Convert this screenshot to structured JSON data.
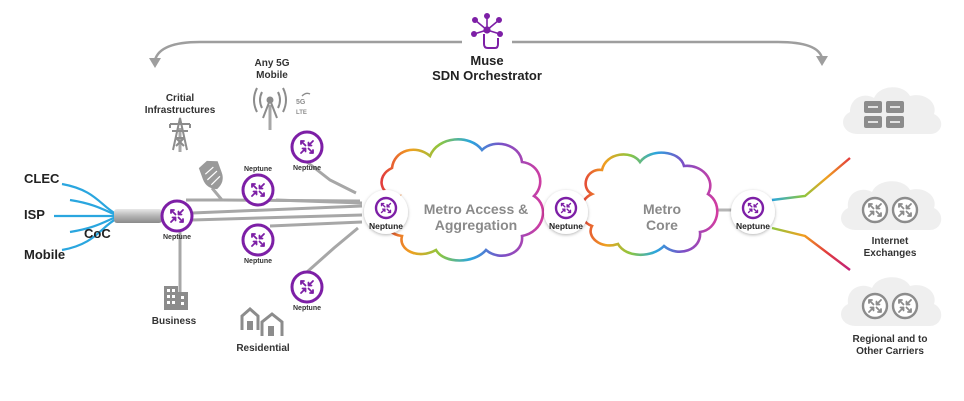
{
  "orchestrator": {
    "line1": "Muse",
    "line2": "SDN Orchestrator"
  },
  "sources": {
    "clec": "CLEC",
    "isp": "ISP",
    "coc": "CoC",
    "mobile": "Mobile"
  },
  "edge": {
    "critical_line1": "Critial",
    "critical_line2": "Infrastructures",
    "mobile_line1": "Any 5G",
    "mobile_line2": "Mobile",
    "badge_5g": "5G",
    "badge_lte": "LTE",
    "business": "Business",
    "residential": "Residential"
  },
  "node_label": "Neptune",
  "clouds": {
    "metro_access_line1": "Metro Access &",
    "metro_access_line2": "Aggregation",
    "metro_core_line1": "Metro",
    "metro_core_line2": "Core"
  },
  "destinations": {
    "internet_line1": "Internet",
    "internet_line2": "Exchanges",
    "regional_line1": "Regional and to",
    "regional_line2": "Other Carriers"
  },
  "colors": {
    "neptune_purple": "#7d1fa6",
    "line_gray": "#9e9e9e",
    "fiber_blue": "#2aa6df",
    "cloud_fill": "#efefef",
    "icon_gray": "#8c8c8c"
  }
}
